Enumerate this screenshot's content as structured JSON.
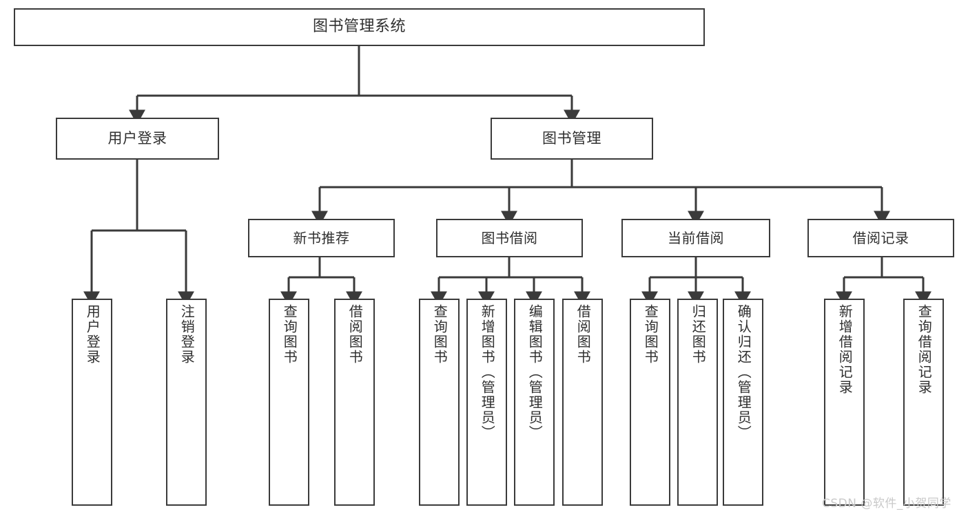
{
  "diagram": {
    "title": "图书管理系统",
    "type": "hierarchy-tree",
    "colors": {
      "box_border": "#3a3a3a",
      "box_fill": "#ffffff",
      "text": "#2f2f2f",
      "edge": "#3a3a3a",
      "watermark": "#c9c9c9",
      "background": "#ffffff"
    },
    "root": {
      "label": "图书管理系统"
    },
    "level2": [
      {
        "label": "用户登录"
      },
      {
        "label": "图书管理"
      }
    ],
    "level3": [
      {
        "label": "新书推荐"
      },
      {
        "label": "图书借阅"
      },
      {
        "label": "当前借阅"
      },
      {
        "label": "借阅记录"
      }
    ],
    "leaves": {
      "user_login": [
        {
          "label": "用户登录"
        },
        {
          "label": "注销登录"
        }
      ],
      "new_book": [
        {
          "label": "查询图书"
        },
        {
          "label": "借阅图书"
        }
      ],
      "book_borrow": [
        {
          "label": "查询图书"
        },
        {
          "label": "新增图书（管理员）"
        },
        {
          "label": "编辑图书（管理员）"
        },
        {
          "label": "借阅图书"
        }
      ],
      "current_borrow": [
        {
          "label": "查询图书"
        },
        {
          "label": "归还图书"
        },
        {
          "label": "确认归还（管理员）"
        }
      ],
      "borrow_record": [
        {
          "label": "新增借阅记录"
        },
        {
          "label": "查询借阅记录"
        }
      ]
    }
  },
  "watermark": {
    "text": "CSDN @软件_小贺同学"
  }
}
